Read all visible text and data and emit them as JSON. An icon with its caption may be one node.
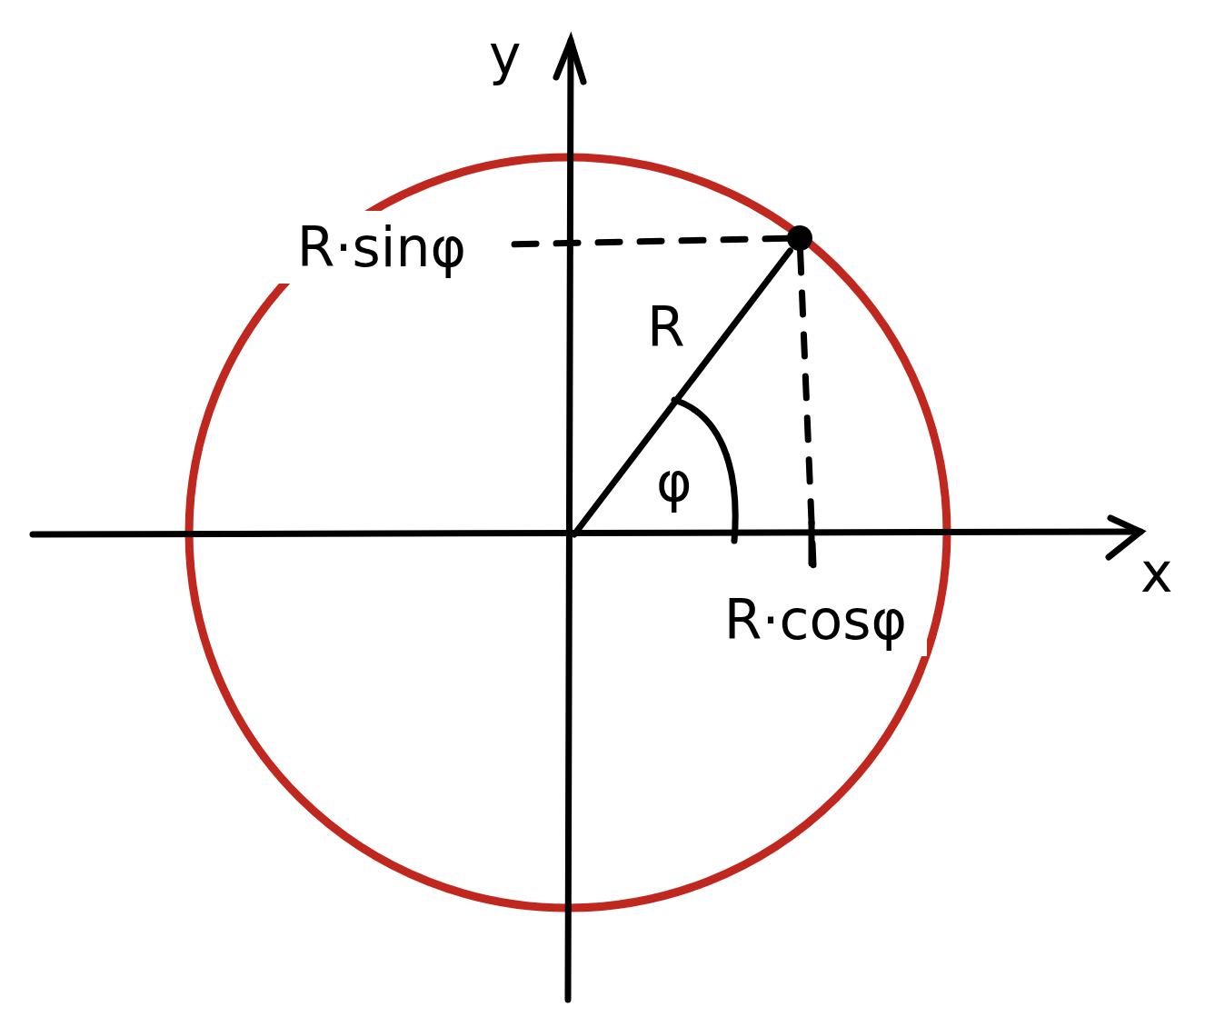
{
  "diagram": {
    "nodes": [
      {
        "text": [
          "R·sinφ"
        ]
      },
      {
        "text": [
          "R·cosφ"
        ]
      },
      {
        "text": [],
        "shape": "circle"
      }
    ],
    "edges": [
      {
        "from": 2,
        "to": 0,
        "arrow": "none",
        "style": "dashed"
      },
      {
        "from": 2,
        "to": 1,
        "arrow": "none",
        "style": "dashed"
      },
      {
        "from": null,
        "to": 2,
        "arrow": "none",
        "label": "R"
      }
    ],
    "labels": [
      "y",
      "φ",
      "x"
    ]
  }
}
